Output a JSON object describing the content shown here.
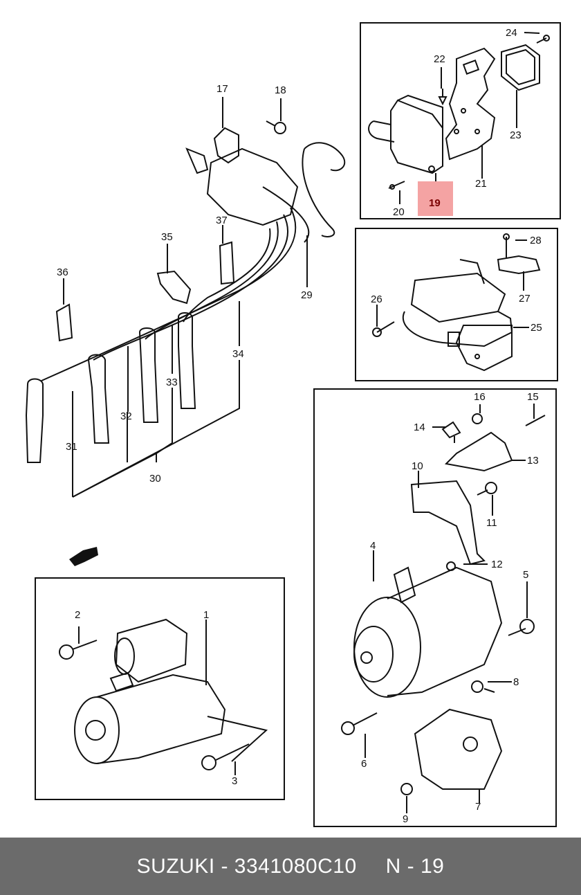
{
  "diagram": {
    "highlight_color": "#f4a3a3",
    "panels": [
      {
        "id": "ignition-coil-panel",
        "labels": [
          "24",
          "22",
          "23",
          "21",
          "20",
          "19"
        ]
      },
      {
        "id": "coil-bracket-panel",
        "labels": [
          "28",
          "27",
          "26",
          "25"
        ]
      },
      {
        "id": "alternator-panel",
        "labels": [
          "16",
          "15",
          "14",
          "13",
          "10",
          "11",
          "12",
          "4",
          "5",
          "8",
          "6",
          "7",
          "9"
        ]
      },
      {
        "id": "starter-panel",
        "labels": [
          "2",
          "1",
          "3"
        ]
      }
    ],
    "loose_labels": [
      "17",
      "18",
      "35",
      "37",
      "36",
      "29",
      "34",
      "33",
      "32",
      "31",
      "30"
    ],
    "highlighted_part": "19"
  },
  "footer": {
    "brand_part": "SUZUKI - 3341080C10",
    "page": "N - 19",
    "background": "#6b6b6b"
  }
}
